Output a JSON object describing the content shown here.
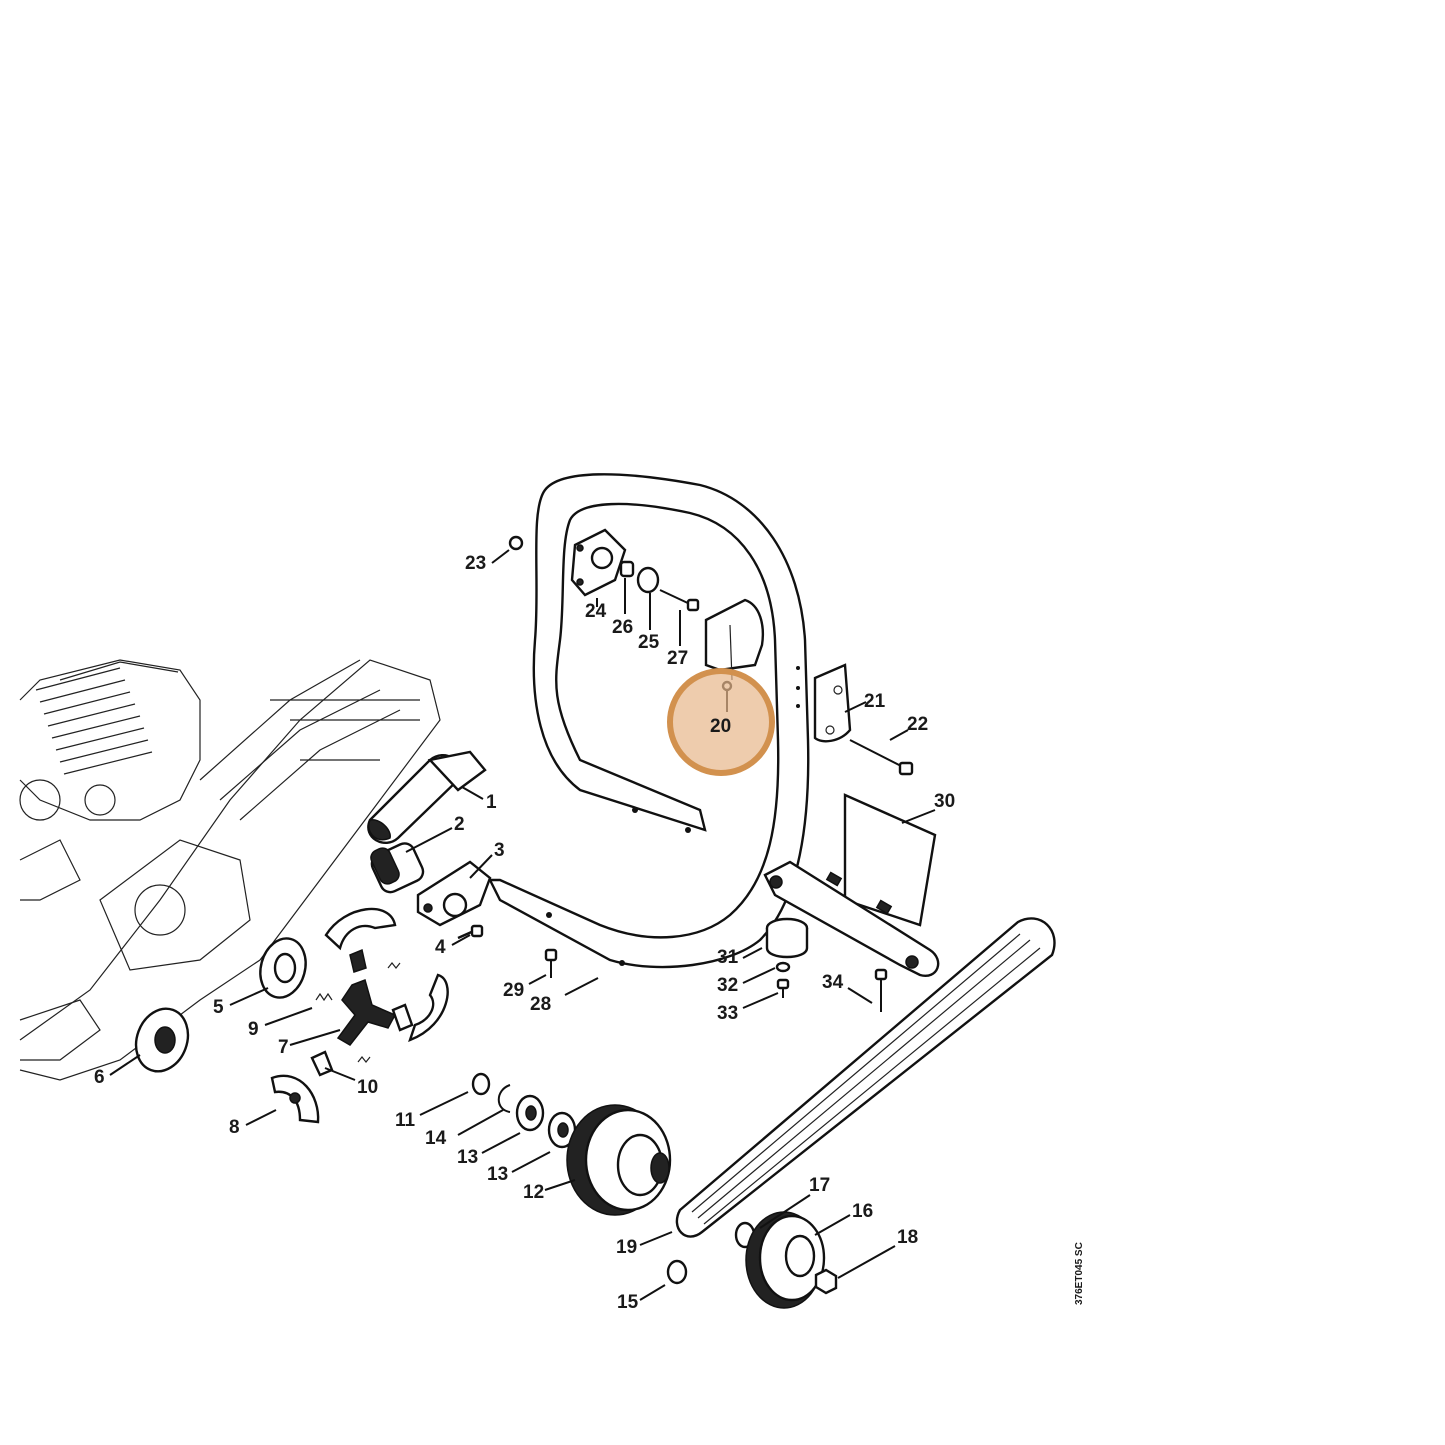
{
  "diagram": {
    "code": "376ET045 SC",
    "highlight_color": "#d2914e",
    "highlight_fill": "#e7b78a",
    "highlighted_part": "20",
    "parts": [
      "1",
      "2",
      "3",
      "4",
      "5",
      "6",
      "7",
      "8",
      "9",
      "10",
      "11",
      "12",
      "13",
      "13",
      "14",
      "15",
      "16",
      "17",
      "18",
      "19",
      "20",
      "21",
      "22",
      "23",
      "24",
      "25",
      "26",
      "27",
      "28",
      "29",
      "30",
      "31",
      "32",
      "33",
      "34"
    ]
  }
}
